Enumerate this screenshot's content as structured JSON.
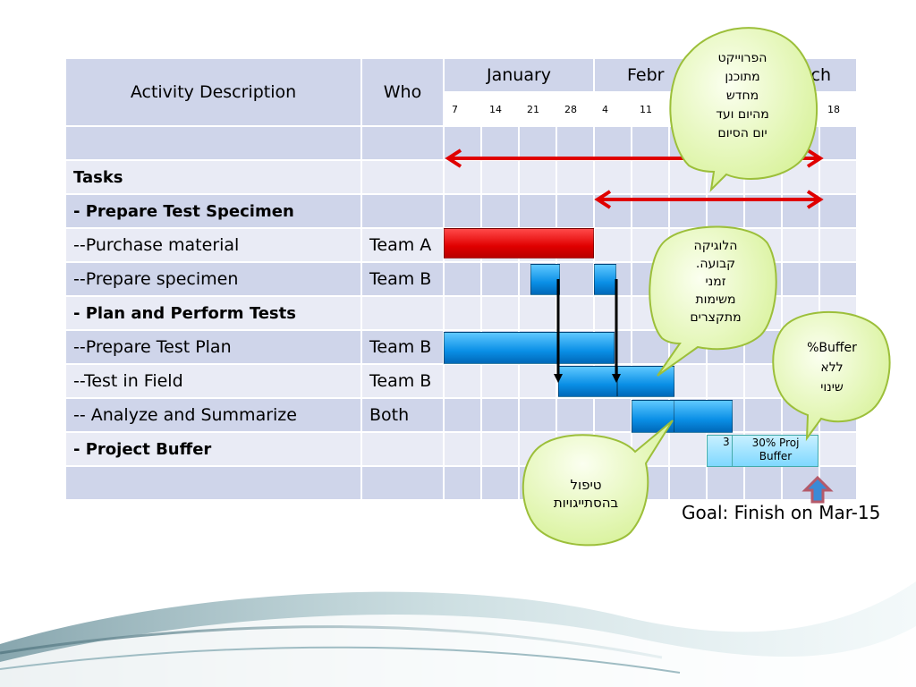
{
  "table": {
    "header_activity": "Activity Description",
    "header_who": "Who",
    "months": [
      {
        "label": "January",
        "visible": "January"
      },
      {
        "label": "February",
        "visible": "Febr"
      },
      {
        "label": "March",
        "visible": "ch"
      }
    ],
    "weeks": [
      "7",
      "14",
      "21",
      "28",
      "4",
      "11",
      "",
      "",
      "",
      "",
      "18"
    ],
    "rows": [
      {
        "desc": "",
        "who": "",
        "bold": false
      },
      {
        "desc": "Tasks",
        "who": "",
        "bold": true
      },
      {
        "desc": "- Prepare Test Specimen",
        "who": "",
        "bold": true
      },
      {
        "desc": "--Purchase material",
        "who": "Team A",
        "bold": false
      },
      {
        "desc": "--Prepare specimen",
        "who": "Team B",
        "bold": false
      },
      {
        "desc": "- Plan and Perform Tests",
        "who": "",
        "bold": true
      },
      {
        "desc": "--Prepare Test Plan",
        "who": "Team B",
        "bold": false
      },
      {
        "desc": "--Test in Field",
        "who": "Team B",
        "bold": false
      },
      {
        "desc": "-- Analyze and Summarize",
        "who": "Both",
        "bold": false
      },
      {
        "desc": "- Project Buffer",
        "who": "",
        "bold": true
      },
      {
        "desc": "",
        "who": "",
        "bold": false
      }
    ]
  },
  "buffer_label": "30% Proj Buffer",
  "buffer_partial": "3",
  "goal": "Goal: Finish on Mar-15",
  "callouts": {
    "top": [
      "הפרוייקט",
      "מתוכנן",
      "מחדש",
      "מהיום ועד",
      "יום הסיום"
    ],
    "logic": [
      "הלוגיקה",
      "קבועה.",
      "זמני",
      "משימות",
      "מתקצרים"
    ],
    "buffer": [
      "%Buffer",
      "ללא",
      "שינוי"
    ],
    "dependencies": [
      "טיפול",
      "בהסתייגויות"
    ]
  },
  "colors": {
    "task_red": "#e00000",
    "task_blue": "#0a8fe6",
    "arrow_red": "#e00000",
    "callout_fill": "#e4f7a8",
    "header_fill": "#cfd5ea",
    "row_fill": "#e9ebf5",
    "up_arrow": "#3a8ad6"
  }
}
